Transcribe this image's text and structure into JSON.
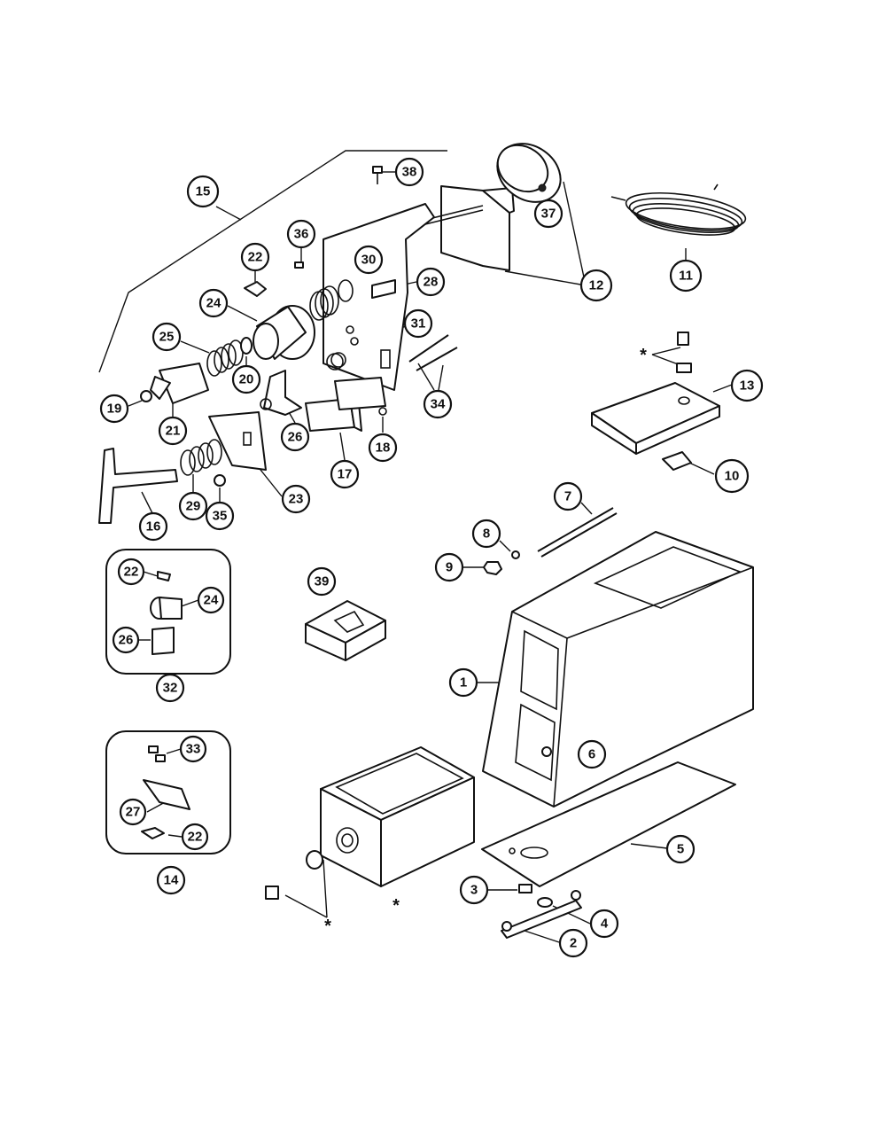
{
  "diagram": {
    "callouts": [
      "1",
      "2",
      "3",
      "4",
      "5",
      "6",
      "7",
      "8",
      "9",
      "10",
      "11",
      "12",
      "13",
      "14",
      "15",
      "16",
      "17",
      "18",
      "19",
      "20",
      "21",
      "22",
      "23",
      "24",
      "25",
      "26",
      "27",
      "28",
      "29",
      "30",
      "31",
      "32",
      "33",
      "34",
      "35",
      "36",
      "37",
      "38",
      "39"
    ],
    "asterisk": "*",
    "kit_32_callouts": [
      "22",
      "24",
      "26"
    ],
    "kit_14_callouts": [
      "33",
      "27",
      "22"
    ]
  }
}
